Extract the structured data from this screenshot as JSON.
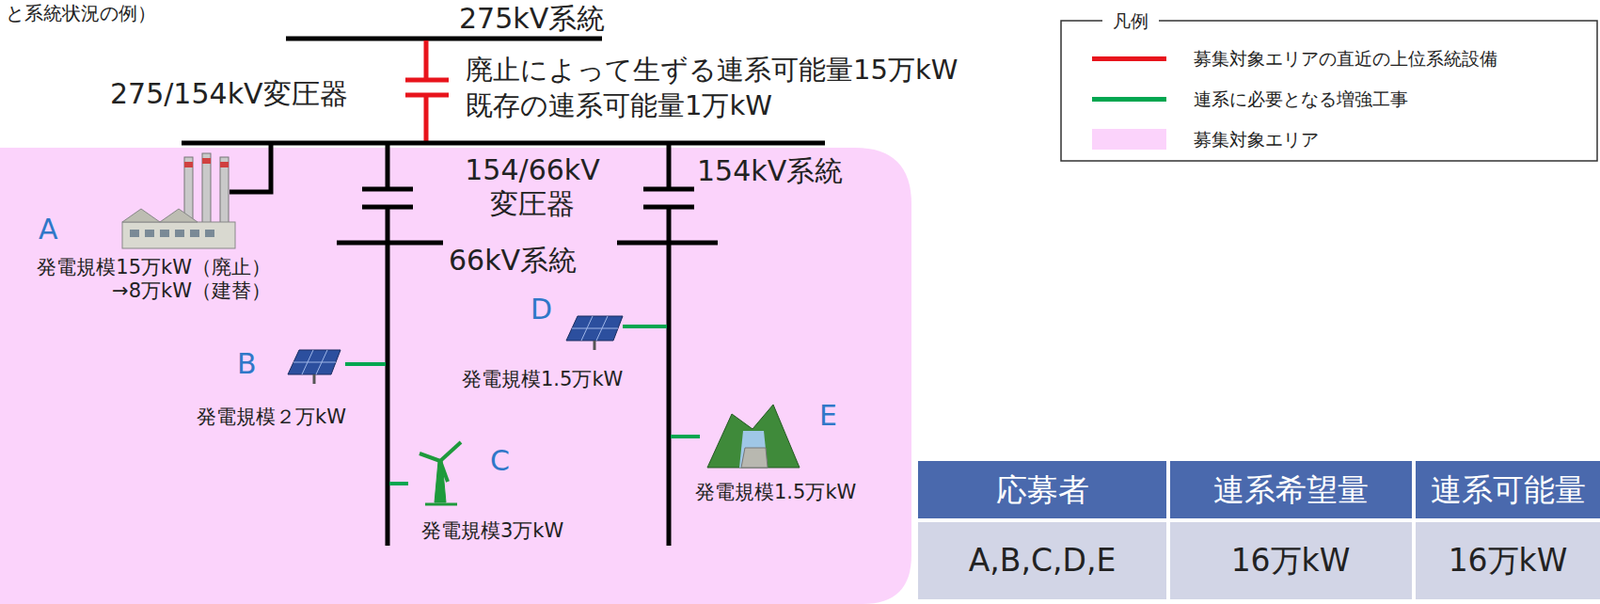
{
  "diagram": {
    "labels": [
      "と系統状況の例）",
      "275kV系統",
      "275/154kV変圧器",
      "廃止によって生ずる連系可能量15万kW",
      "既存の連系可能量1万kW",
      "154/66kV 変圧器",
      "154kV系統",
      "66kV系統",
      "A",
      "発電規模15万kW（廃止） →8万kW（建替）",
      "B",
      "発電規模２万kW",
      "C",
      "発電規模3万kW",
      "D",
      "発電規模1.5万kW",
      "E",
      "発電規模1.5万kW",
      "凡例",
      "応募者",
      "連系希望量",
      "連系可能量",
      "A,B,C,D,E",
      "16万kW",
      "16万kW"
    ],
    "legend": [
      {
        "text": "募集対象エリアの直近の上位系統設備",
        "color": "#e8141c"
      },
      {
        "text": "連系に必要となる増強工事",
        "color": "#00a650"
      },
      {
        "text": "募集対象エリア",
        "color": "#fbd3fb"
      }
    ]
  }
}
